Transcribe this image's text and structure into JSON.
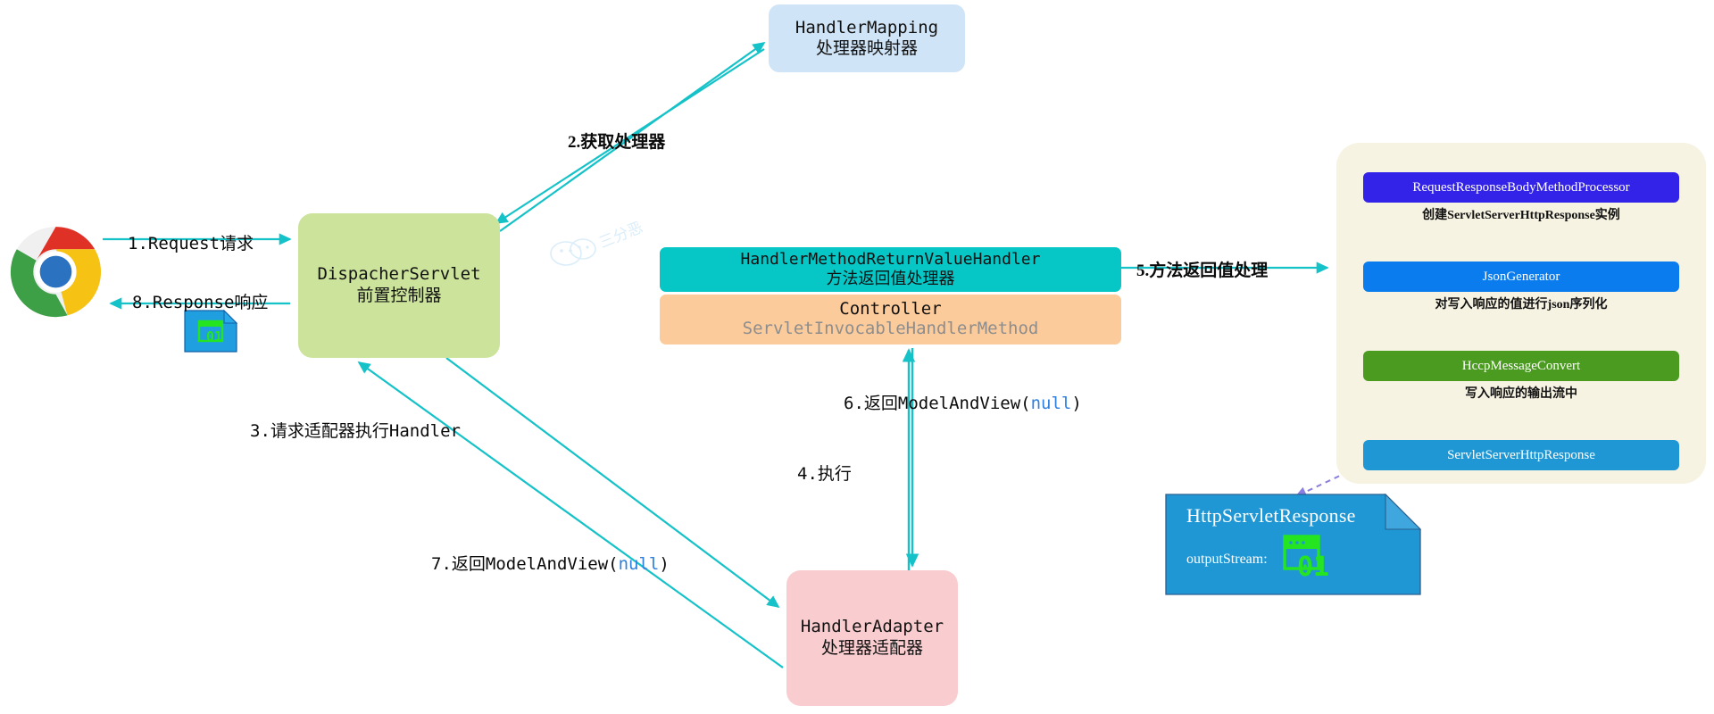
{
  "diagram": {
    "title": "SpringMVC Request Processing Flow",
    "nodes": {
      "browser": {
        "icon": "chrome-browser-icon"
      },
      "handler_mapping": {
        "line1": "HandlerMapping",
        "line2": "处理器映射器",
        "color": "#cfe4f7"
      },
      "dispatcher_servlet": {
        "line1": "DispacherServlet",
        "line2": "前置控制器",
        "color": "#cce39b"
      },
      "return_value_handler": {
        "line1": "HandlerMethodReturnValueHandler",
        "line2": "方法返回值处理器",
        "color": "#07c6c6"
      },
      "controller": {
        "line1": "Controller",
        "line2": "ServletInvocableHandlerMethod",
        "color": "#fbcb9b"
      },
      "handler_adapter": {
        "line1": "HandlerAdapter",
        "line2": "处理器适配器",
        "color": "#f9cdcf"
      },
      "http_servlet_response": {
        "title": "HttpServletResponse",
        "field": "outputStream:",
        "color": "#1f97d4",
        "icon": "binary-stream-icon"
      }
    },
    "right_panel": {
      "background": "#f7f3e3",
      "boxes": [
        {
          "label": "RequestResponseBodyMethodProcessor",
          "color": "#3323e8"
        },
        {
          "label": "JsonGenerator",
          "color": "#0a7ced"
        },
        {
          "label": "HccpMessageConvert",
          "color": "#4a9b20"
        },
        {
          "label": "ServletServerHttpResponse",
          "color": "#1f97d4"
        }
      ],
      "step_labels": [
        "创建ServletServerHttpResponse实例",
        "对写入响应的值进行json序列化",
        "写入响应的输出流中"
      ]
    },
    "flow_labels": {
      "step1": "1.Request请求",
      "step8": "8.Response响应",
      "step2": "2.获取处理器",
      "step3": "3.请求适配器执行Handler",
      "step4": "4.执行",
      "step5": "5.方法返回值处理",
      "step6_pre": "6.返回ModelAndView(",
      "step6_null": "null",
      "step6_post": ")",
      "step7_pre": "7.返回ModelAndView(",
      "step7_null": "null",
      "step7_post": ")"
    },
    "watermark": {
      "text": "三分恶",
      "icon": "wechat-icon"
    },
    "colors": {
      "arrow": "#14c2c8",
      "dashed_arrow": "#8a7fe0",
      "null_token": "#2f7fe0",
      "subtitle_gray": "#8d8d8d"
    }
  }
}
